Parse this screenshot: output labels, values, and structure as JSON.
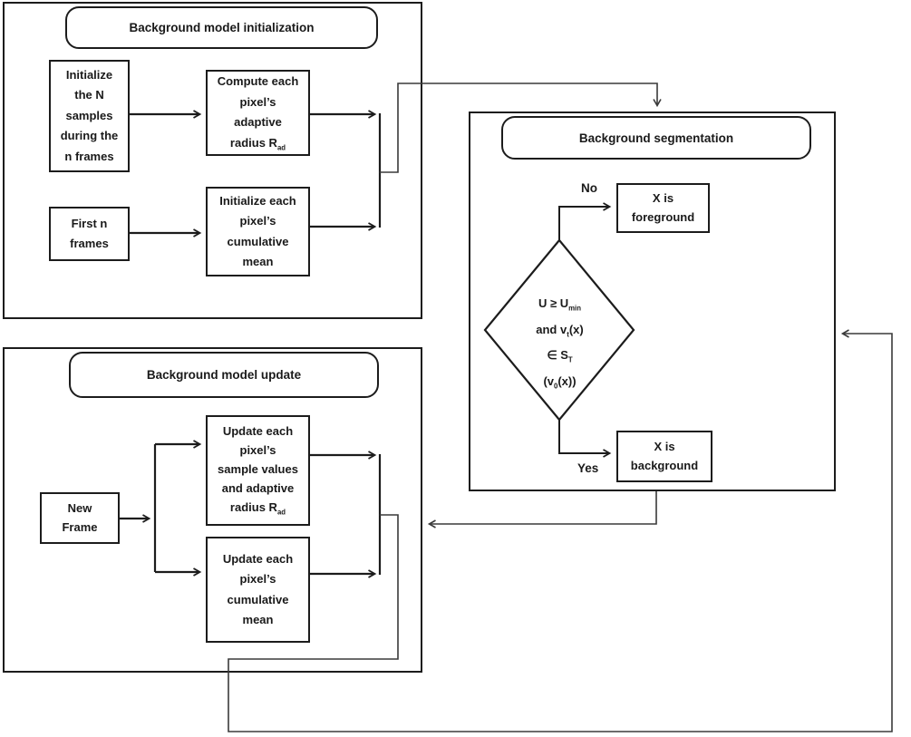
{
  "colors": {
    "line_dark": "#1c1c1c",
    "line_thin": "#4a4a4a",
    "background": "#ffffff",
    "text": "#1a1a1a"
  },
  "diagram": {
    "initialization": {
      "title": "Background model initialization",
      "box_samples": "Initialize\nthe N\nsamples\nduring the\nn frames",
      "box_compute": {
        "text": "Compute each\npixel’s\nadaptive\nradius R",
        "sub": "ad"
      },
      "box_first_frames": "First n\nframes",
      "box_mean": "Initialize each\npixel’s\ncumulative\nmean"
    },
    "segmentation": {
      "title": "Background segmentation",
      "decision": {
        "l1a": "U ≥ U",
        "l1b": "min",
        "l2a": "and v",
        "l2b": "t",
        "l2c": "(x)",
        "l3a": "∈ S",
        "l3b": "T",
        "l4a": "(v",
        "l4b": "0",
        "l4c": "(x))"
      },
      "label_no": "No",
      "label_yes": "Yes",
      "box_foreground": "X is\nforeground",
      "box_background": "X is\nbackground"
    },
    "update": {
      "title": "Background model update",
      "box_new_frame": "New\nFrame",
      "box_update_samples": {
        "text": "Update each\npixel’s\nsample values\nand adaptive\nradius R",
        "sub": "ad"
      },
      "box_update_mean": "Update each\npixel’s\ncumulative\nmean"
    }
  }
}
